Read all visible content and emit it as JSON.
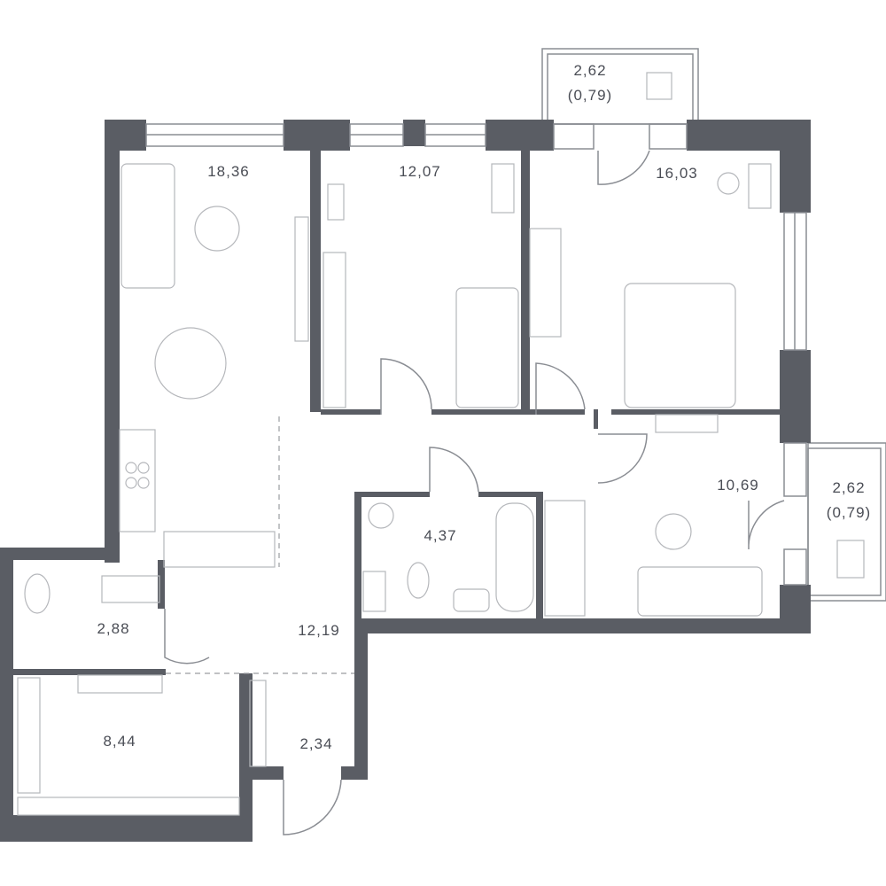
{
  "plan": {
    "colors": {
      "wall": "#5a5d64",
      "line": "#8a8d93",
      "furniture": "#b5b7bb",
      "text": "#4a4d55"
    },
    "rooms": [
      {
        "id": "living-kitchen",
        "area": "18,36"
      },
      {
        "id": "bedroom-1",
        "area": "12,07"
      },
      {
        "id": "bedroom-2",
        "area": "16,03"
      },
      {
        "id": "balcony-top",
        "area": "2,62",
        "sub": "(0,79)"
      },
      {
        "id": "bedroom-3",
        "area": "10,69"
      },
      {
        "id": "balcony-right",
        "area": "2,62",
        "sub": "(0,79)"
      },
      {
        "id": "bathroom",
        "area": "4,37"
      },
      {
        "id": "toilet",
        "area": "2,88"
      },
      {
        "id": "hall",
        "area": "12,19"
      },
      {
        "id": "bedroom-4",
        "area": "8,44"
      },
      {
        "id": "entry",
        "area": "2,34"
      }
    ]
  }
}
